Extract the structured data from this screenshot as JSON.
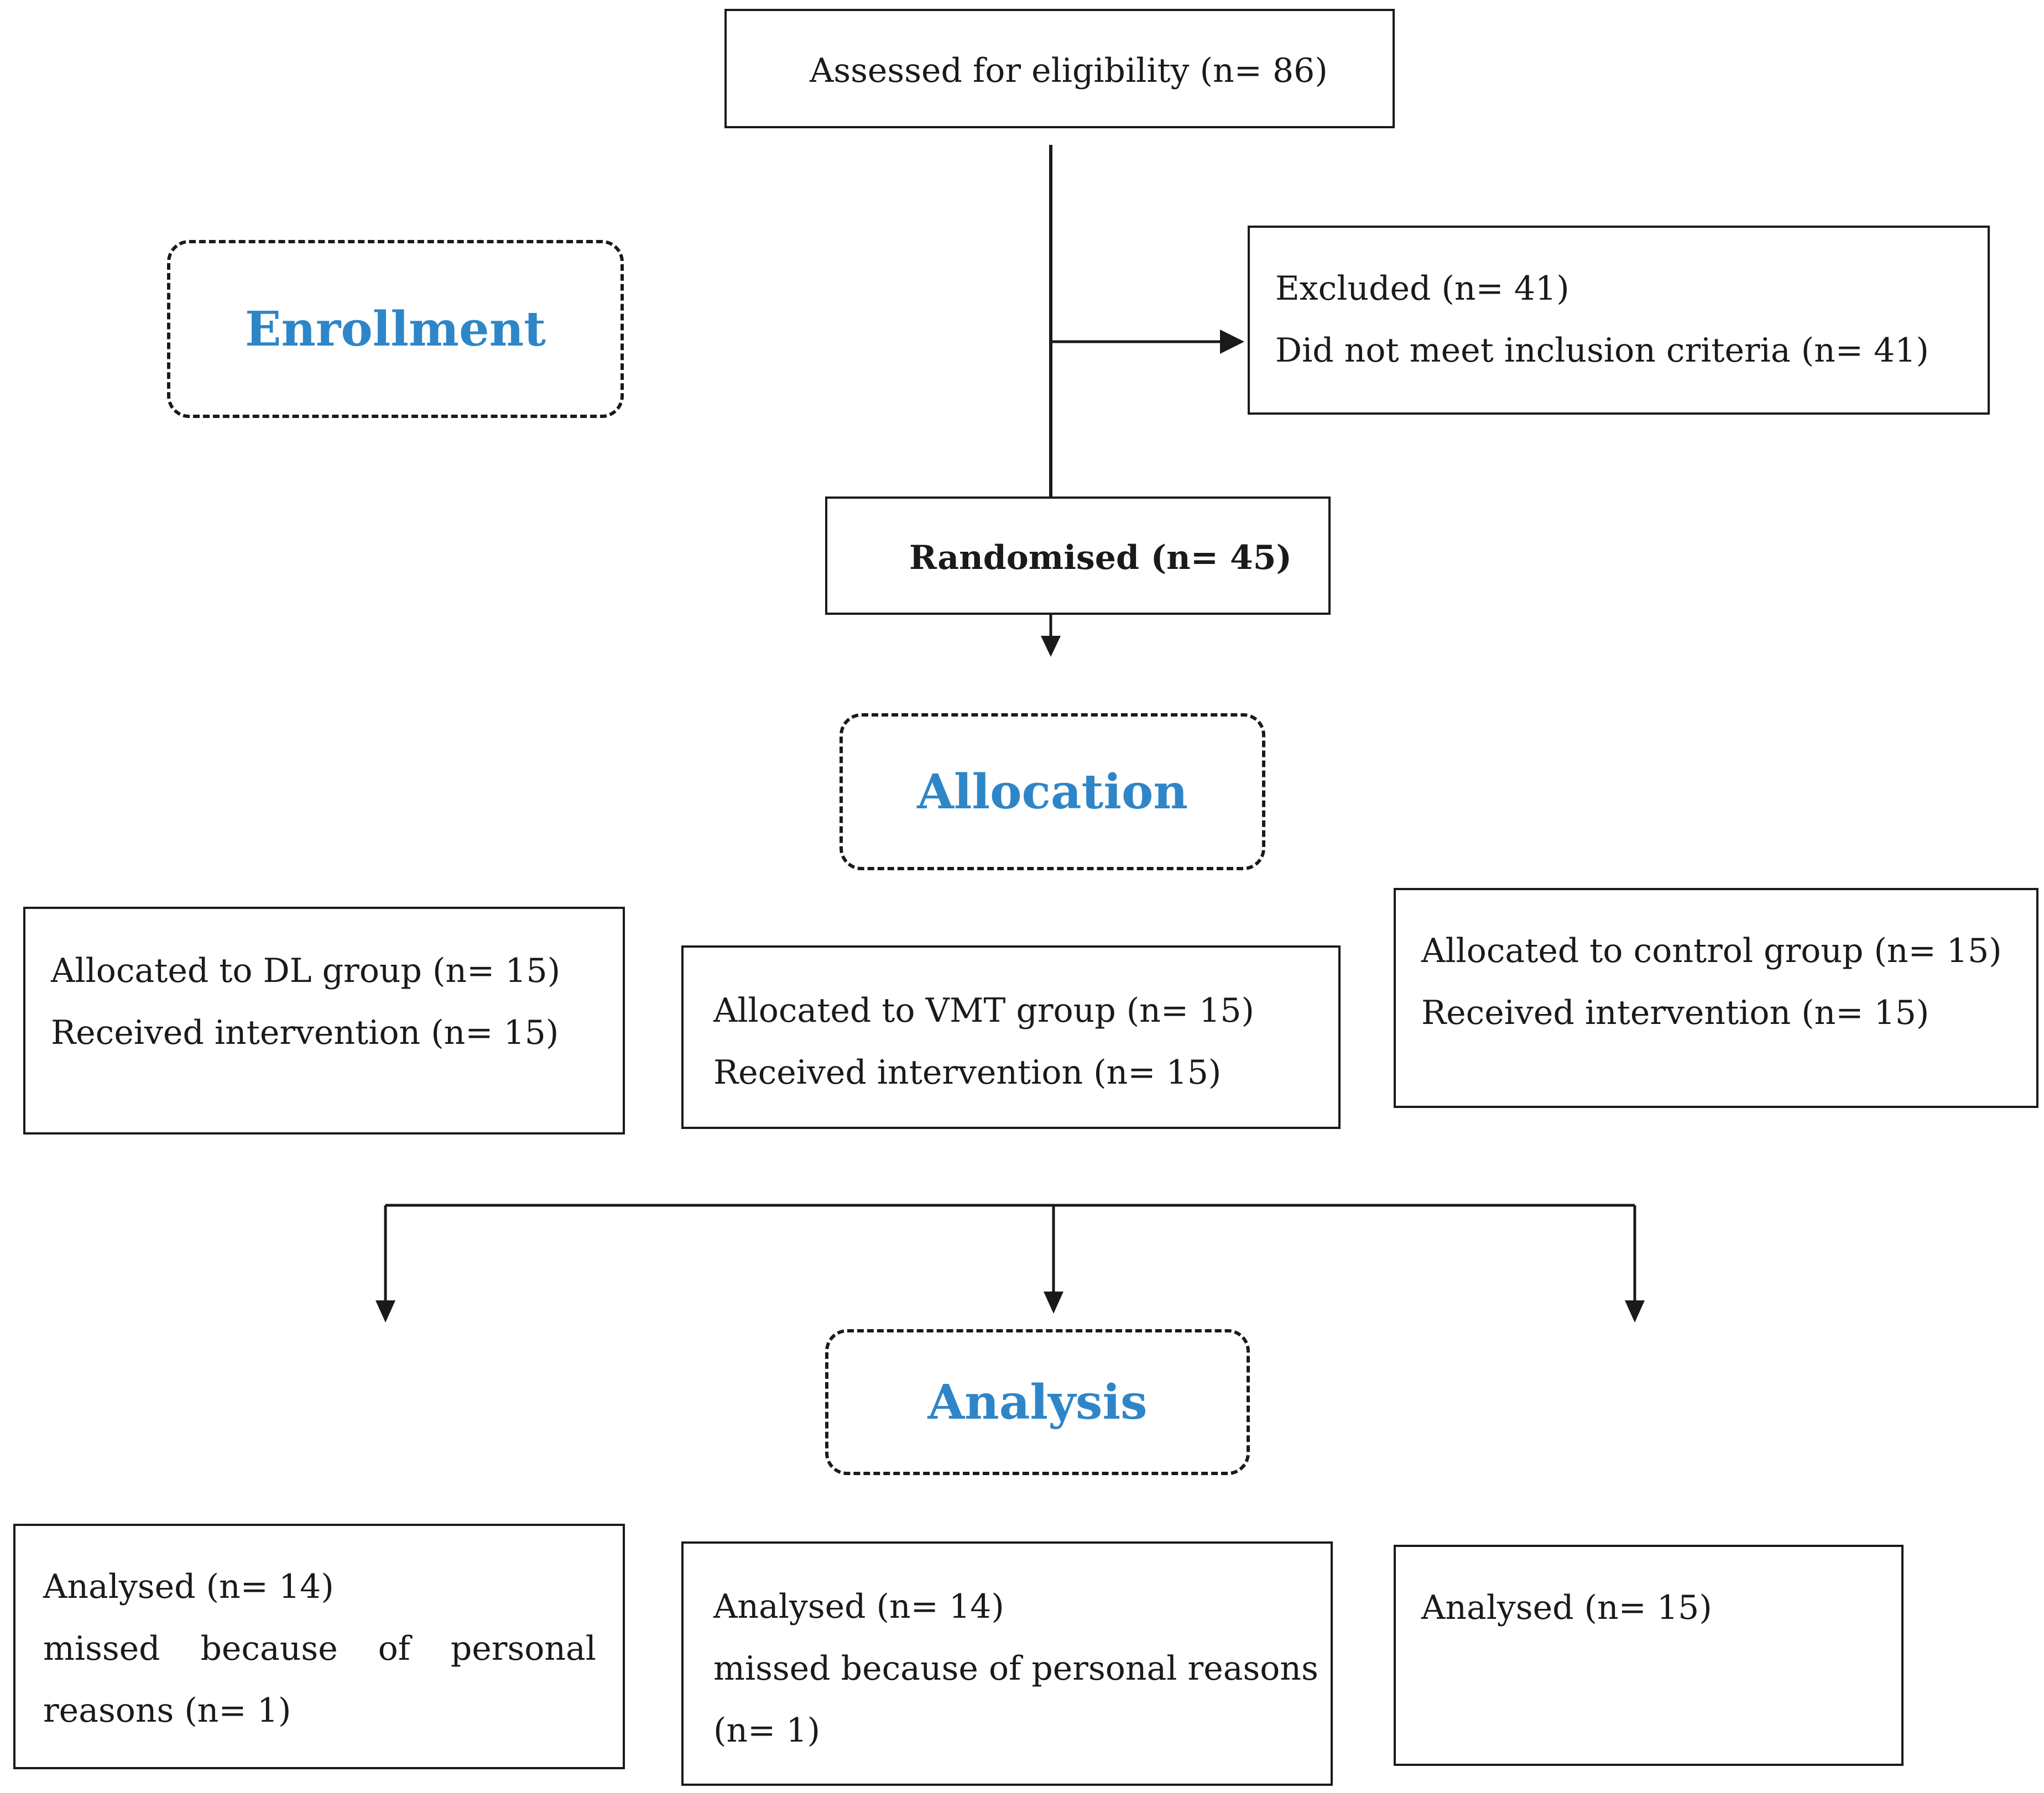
{
  "phases": {
    "enrollment": "Enrollment",
    "allocation": "Allocation",
    "analysis": "Analysis"
  },
  "assessed": {
    "label": "Assessed for eligibility (n= 86)"
  },
  "excluded": {
    "line1": "Excluded (n= 41)",
    "line2": "Did not meet inclusion criteria (n= 41)"
  },
  "randomised": {
    "label": "Randomised (n= 45)"
  },
  "allocation": {
    "dl": {
      "line1": "Allocated to DL group (n= 15)",
      "line2": "Received intervention (n= 15)"
    },
    "vmt": {
      "line1": "Allocated to VMT group (n= 15)",
      "line2": "Received intervention (n= 15)"
    },
    "control": {
      "line1": "Allocated to control group (n= 15)",
      "line2": "Received intervention (n= 15)"
    }
  },
  "analysis": {
    "dl": {
      "line1": "Analysed (n= 14)",
      "line2": "missed because of personal",
      "line3": "reasons (n= 1)"
    },
    "vmt": {
      "line1": "Analysed (n= 14)",
      "line2": "missed because of personal reasons",
      "line3": "(n= 1)"
    },
    "control": {
      "line1": "Analysed (n= 15)"
    }
  },
  "colors": {
    "phase_label": "#2e86c8",
    "line": "#1a1a1a"
  }
}
